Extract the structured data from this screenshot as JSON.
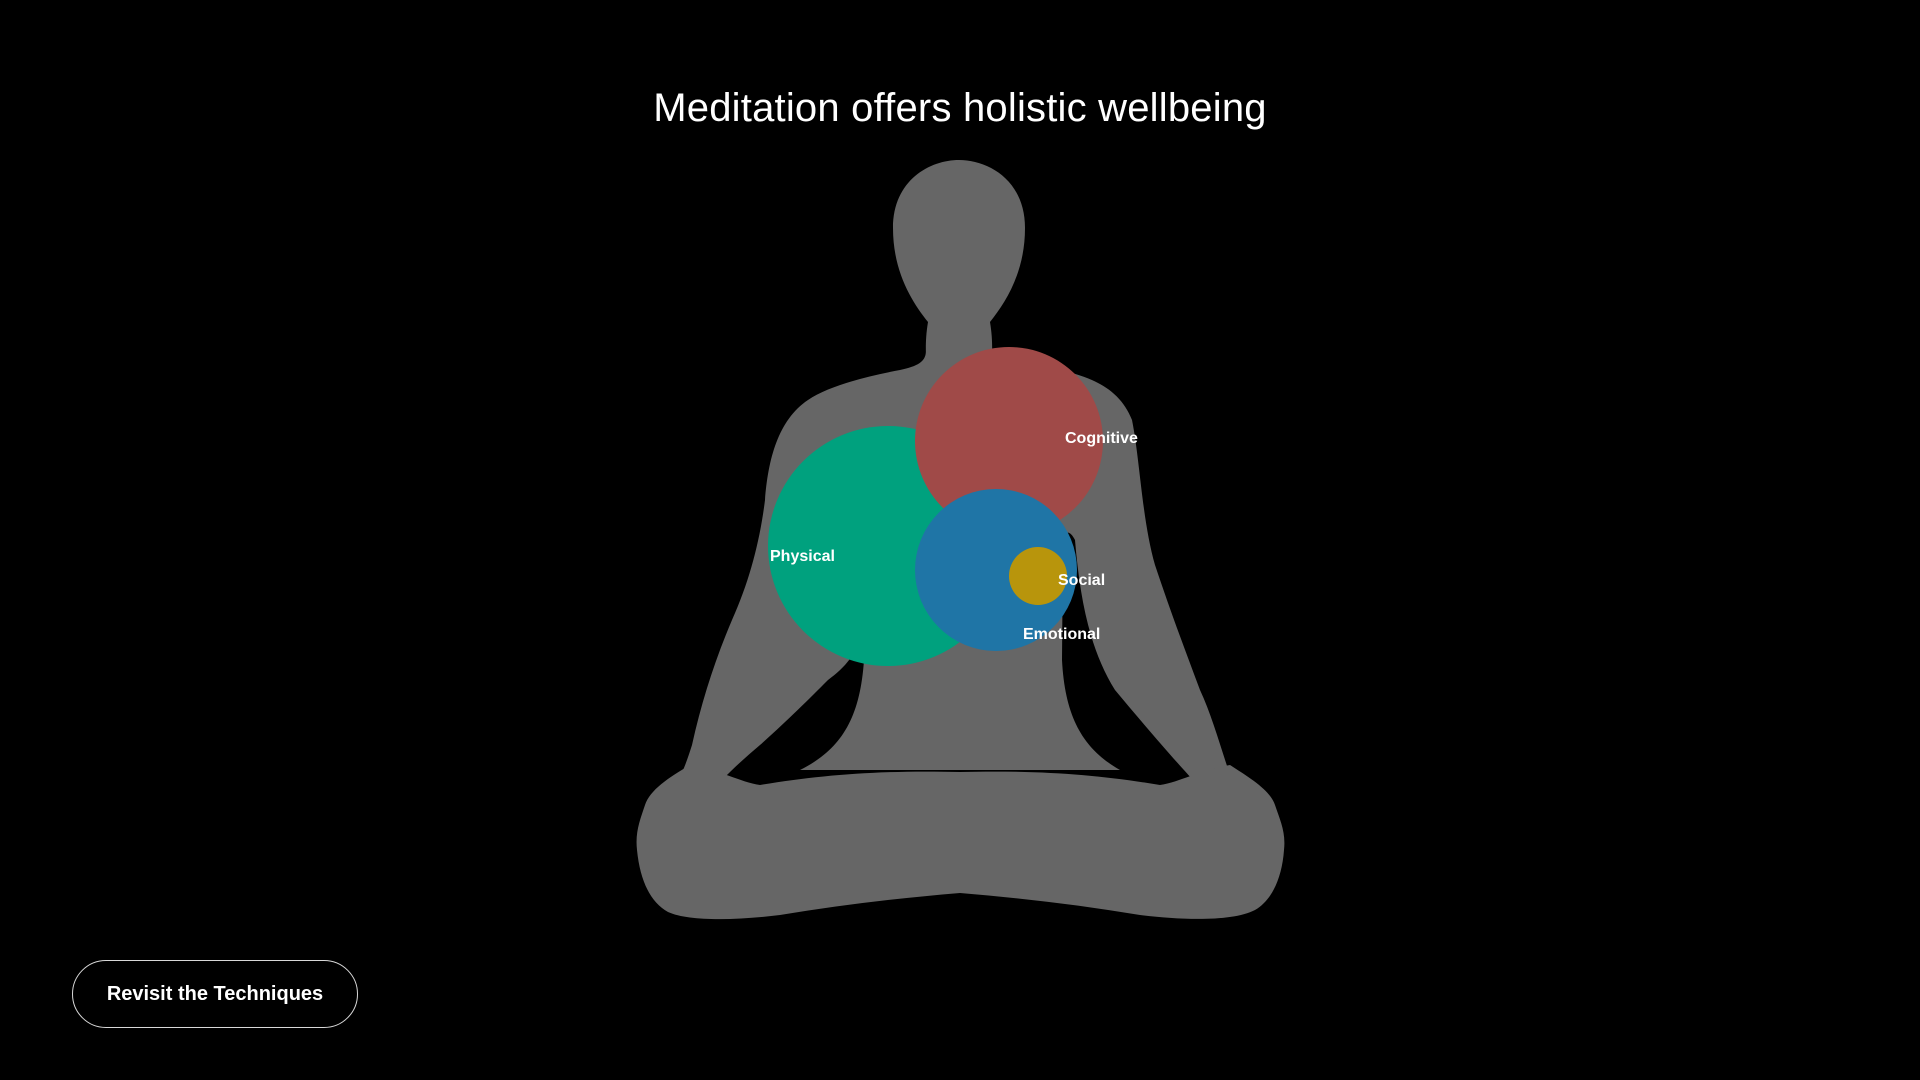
{
  "header": {
    "title": "Meditation offers holistic wellbeing"
  },
  "diagram": {
    "silhouette_color": "#666666",
    "background_color": "#000000",
    "benefits": [
      {
        "key": "physical",
        "label": "Physical",
        "color": "#00A17E"
      },
      {
        "key": "cognitive",
        "label": "Cognitive",
        "color": "#A04A48"
      },
      {
        "key": "emotional",
        "label": "Emotional",
        "color": "#1F75A6"
      },
      {
        "key": "social",
        "label": "Social",
        "color": "#B8950C"
      }
    ]
  },
  "actions": {
    "revisit_label": "Revisit the Techniques"
  }
}
